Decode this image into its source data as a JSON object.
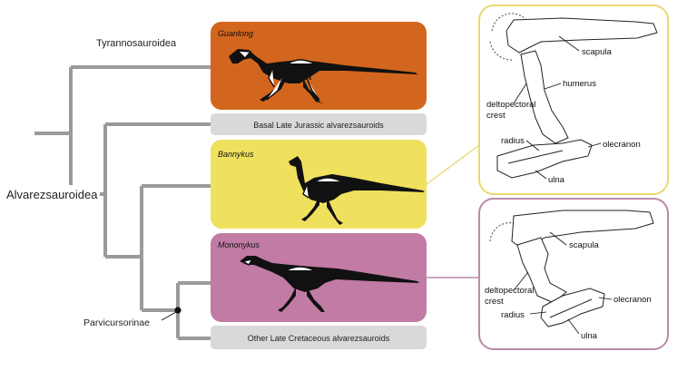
{
  "colors": {
    "tree": "#9a9a9a",
    "guanlong_panel": "#d3661e",
    "bannykus_panel": "#efe15e",
    "mononykus_panel": "#c27ba4",
    "bar_fill": "#d9d9d9",
    "callout_yellow": "#e8d870",
    "callout_pink": "#b98aaa",
    "node_dot": "#111111"
  },
  "tree": {
    "tyrannosauroidea": "Tyrannosauroidea",
    "alvarezsauroidea": "Alvarezsauroidea",
    "parvicursorinae": "Parvicursorinae"
  },
  "panels": {
    "guanlong": "Guanlong",
    "bannykus": "Bannykus",
    "mononykus": "Mononykus"
  },
  "bars": {
    "basal": "Basal Late Jurassic alvarezsauroids",
    "other": "Other Late Cretaceous alvarezsauroids"
  },
  "callout_top": {
    "scapula": "scapula",
    "humerus": "humerus",
    "deltopectoral_line1": "deltopectoral",
    "deltopectoral_line2": "crest",
    "radius": "radius",
    "olecranon": "olecranon",
    "ulna": "ulna"
  },
  "callout_bottom": {
    "scapula": "scapula",
    "deltopectoral_line1": "deltopectoral",
    "deltopectoral_line2": "crest",
    "radius": "radius",
    "olecranon": "olecranon",
    "ulna": "ulna"
  }
}
